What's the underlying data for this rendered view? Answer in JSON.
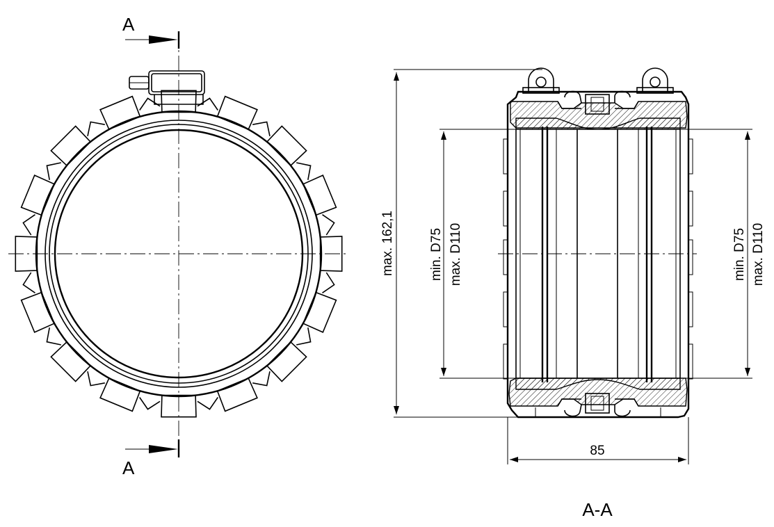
{
  "section_marker": "A",
  "section_title": "A-A",
  "dimensions": {
    "overall_height": "max. 162,1",
    "left_bore_min": "min. D75",
    "left_bore_max": "max. D110",
    "right_bore_min": "min. D75",
    "right_bore_max": "max. D110",
    "width": "85"
  }
}
